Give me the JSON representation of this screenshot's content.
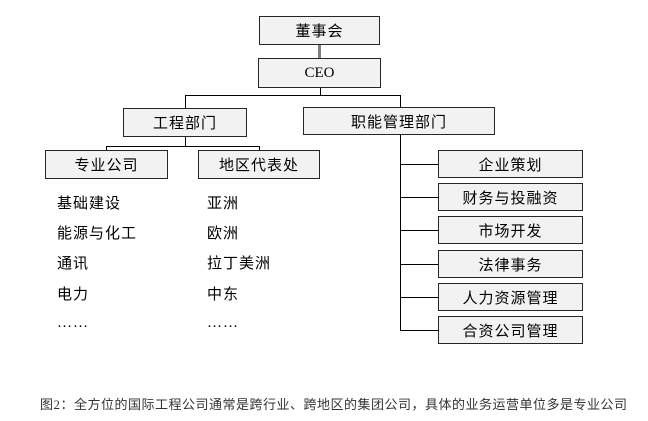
{
  "org": {
    "board": "董事会",
    "ceo": "CEO",
    "engineering_dept": "工程部门",
    "functional_dept": "职能管理部门",
    "specialized_companies": "专业公司",
    "regional_offices": "地区代表处",
    "specialized_items": [
      "基础建设",
      "能源与化工",
      "通讯",
      "电力",
      "……"
    ],
    "regional_items": [
      "亚洲",
      "欧洲",
      "拉丁美洲",
      "中东",
      "……"
    ],
    "functional_items": [
      "企业策划",
      "财务与投融资",
      "市场开发",
      "法律事务",
      "人力资源管理",
      "合资公司管理"
    ]
  },
  "caption": "图2：全方位的国际工程公司通常是跨行业、跨地区的集团公司，具体的业务运营单位多是专业公司",
  "colors": {
    "box_fill": "#f2f2f2",
    "box_border": "#262626",
    "connector_line": "#000000",
    "board_ceo_connector": "#808080",
    "caption_text": "#333333",
    "background": "#ffffff"
  }
}
